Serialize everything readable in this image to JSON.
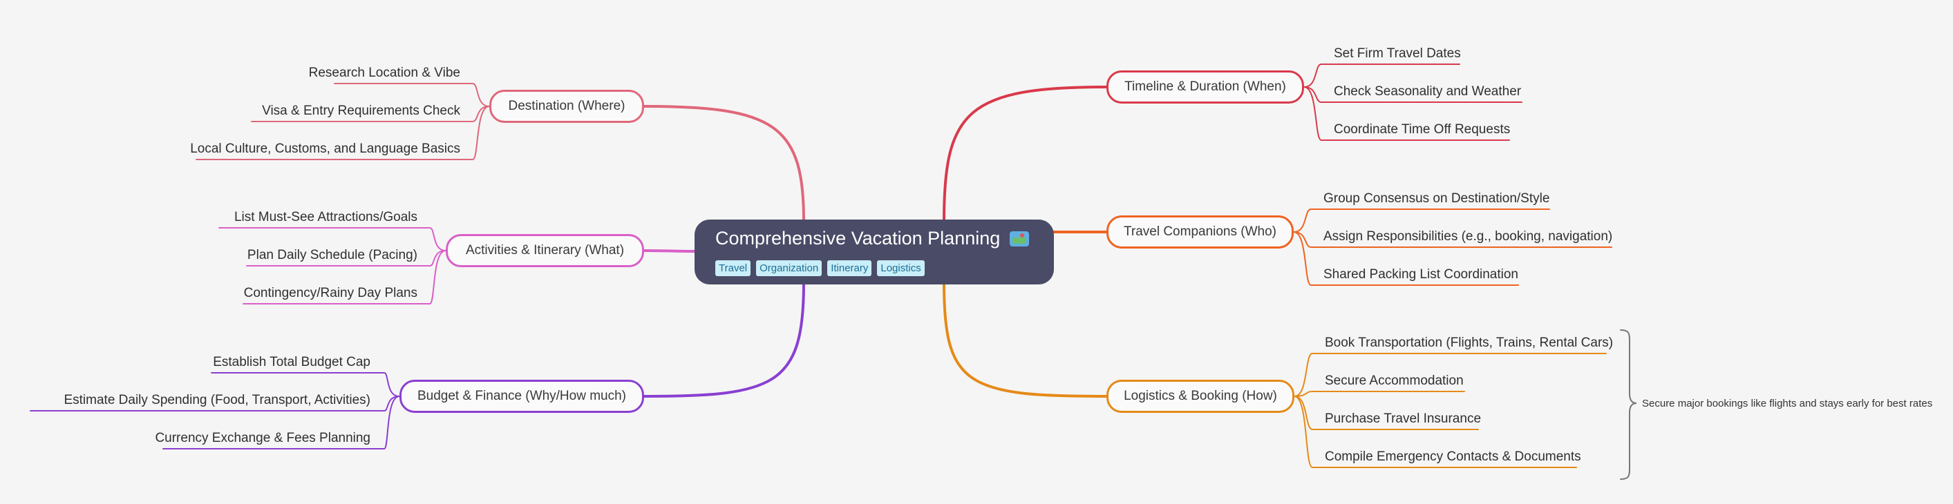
{
  "root": {
    "title": "Comprehensive Vacation Planning",
    "icon": "world-map-icon",
    "tags": [
      "Travel",
      "Organization",
      "Itinerary",
      "Logistics"
    ]
  },
  "branches": [
    {
      "id": "timeline",
      "label": "Timeline & Duration (When)",
      "color": "#d9394a",
      "children": [
        "Set Firm Travel Dates",
        "Check Seasonality and Weather",
        "Coordinate Time Off Requests"
      ]
    },
    {
      "id": "companions",
      "label": "Travel Companions (Who)",
      "color": "#ef6320",
      "children": [
        "Group Consensus on Destination/Style",
        "Assign Responsibilities (e.g., booking, navigation)",
        "Shared Packing List Coordination"
      ]
    },
    {
      "id": "logistics",
      "label": "Logistics & Booking (How)",
      "color": "#e58a17",
      "children": [
        "Book Transportation (Flights, Trains, Rental Cars)",
        "Secure Accommodation",
        "Purchase Travel Insurance",
        "Compile Emergency Contacts & Documents"
      ]
    },
    {
      "id": "destination",
      "label": "Destination (Where)",
      "color": "#e0677a",
      "children": [
        "Research Location & Vibe",
        "Visa & Entry Requirements Check",
        "Local Culture, Customs, and Language Basics"
      ]
    },
    {
      "id": "activities",
      "label": "Activities & Itinerary (What)",
      "color": "#d95fc8",
      "children": [
        "List Must-See Attractions/Goals",
        "Plan Daily Schedule (Pacing)",
        "Contingency/Rainy Day Plans"
      ]
    },
    {
      "id": "budget",
      "label": "Budget & Finance (Why/How much)",
      "color": "#8a3fd1",
      "children": [
        "Establish Total Budget Cap",
        "Estimate Daily Spending (Food, Transport, Activities)",
        "Currency Exchange & Fees Planning"
      ]
    }
  ],
  "summary": {
    "text": "Secure major bookings like flights and stays early for best rates",
    "color": "#777777"
  }
}
